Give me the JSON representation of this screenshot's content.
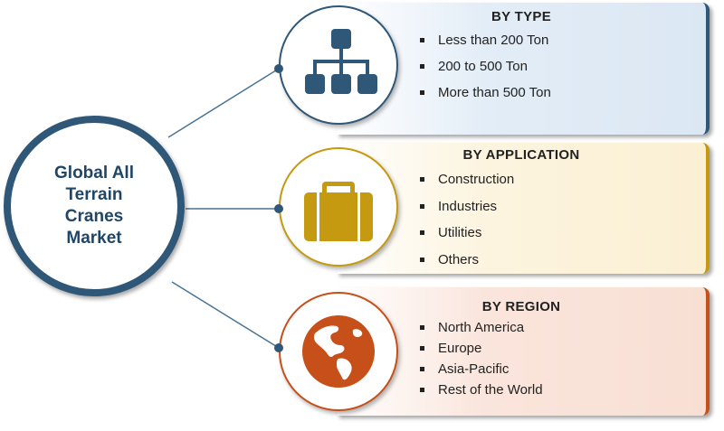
{
  "hub": {
    "title": "Global  All\nTerrain\nCranes\nMarket"
  },
  "segments": [
    {
      "heading": "BY TYPE",
      "icon": "hierarchy-icon",
      "color": "#2f5778",
      "items": [
        "Less than 200 Ton",
        "200 to 500 Ton",
        "More than 500 Ton"
      ]
    },
    {
      "heading": "BY APPLICATION",
      "icon": "briefcase-icon",
      "color": "#c59a11",
      "items": [
        "Construction",
        "Industries",
        "Utilities",
        "Others"
      ]
    },
    {
      "heading": "BY REGION",
      "icon": "globe-icon",
      "color": "#c7501a",
      "items": [
        "North America",
        "Europe",
        "Asia-Pacific",
        "Rest of the World"
      ]
    }
  ]
}
